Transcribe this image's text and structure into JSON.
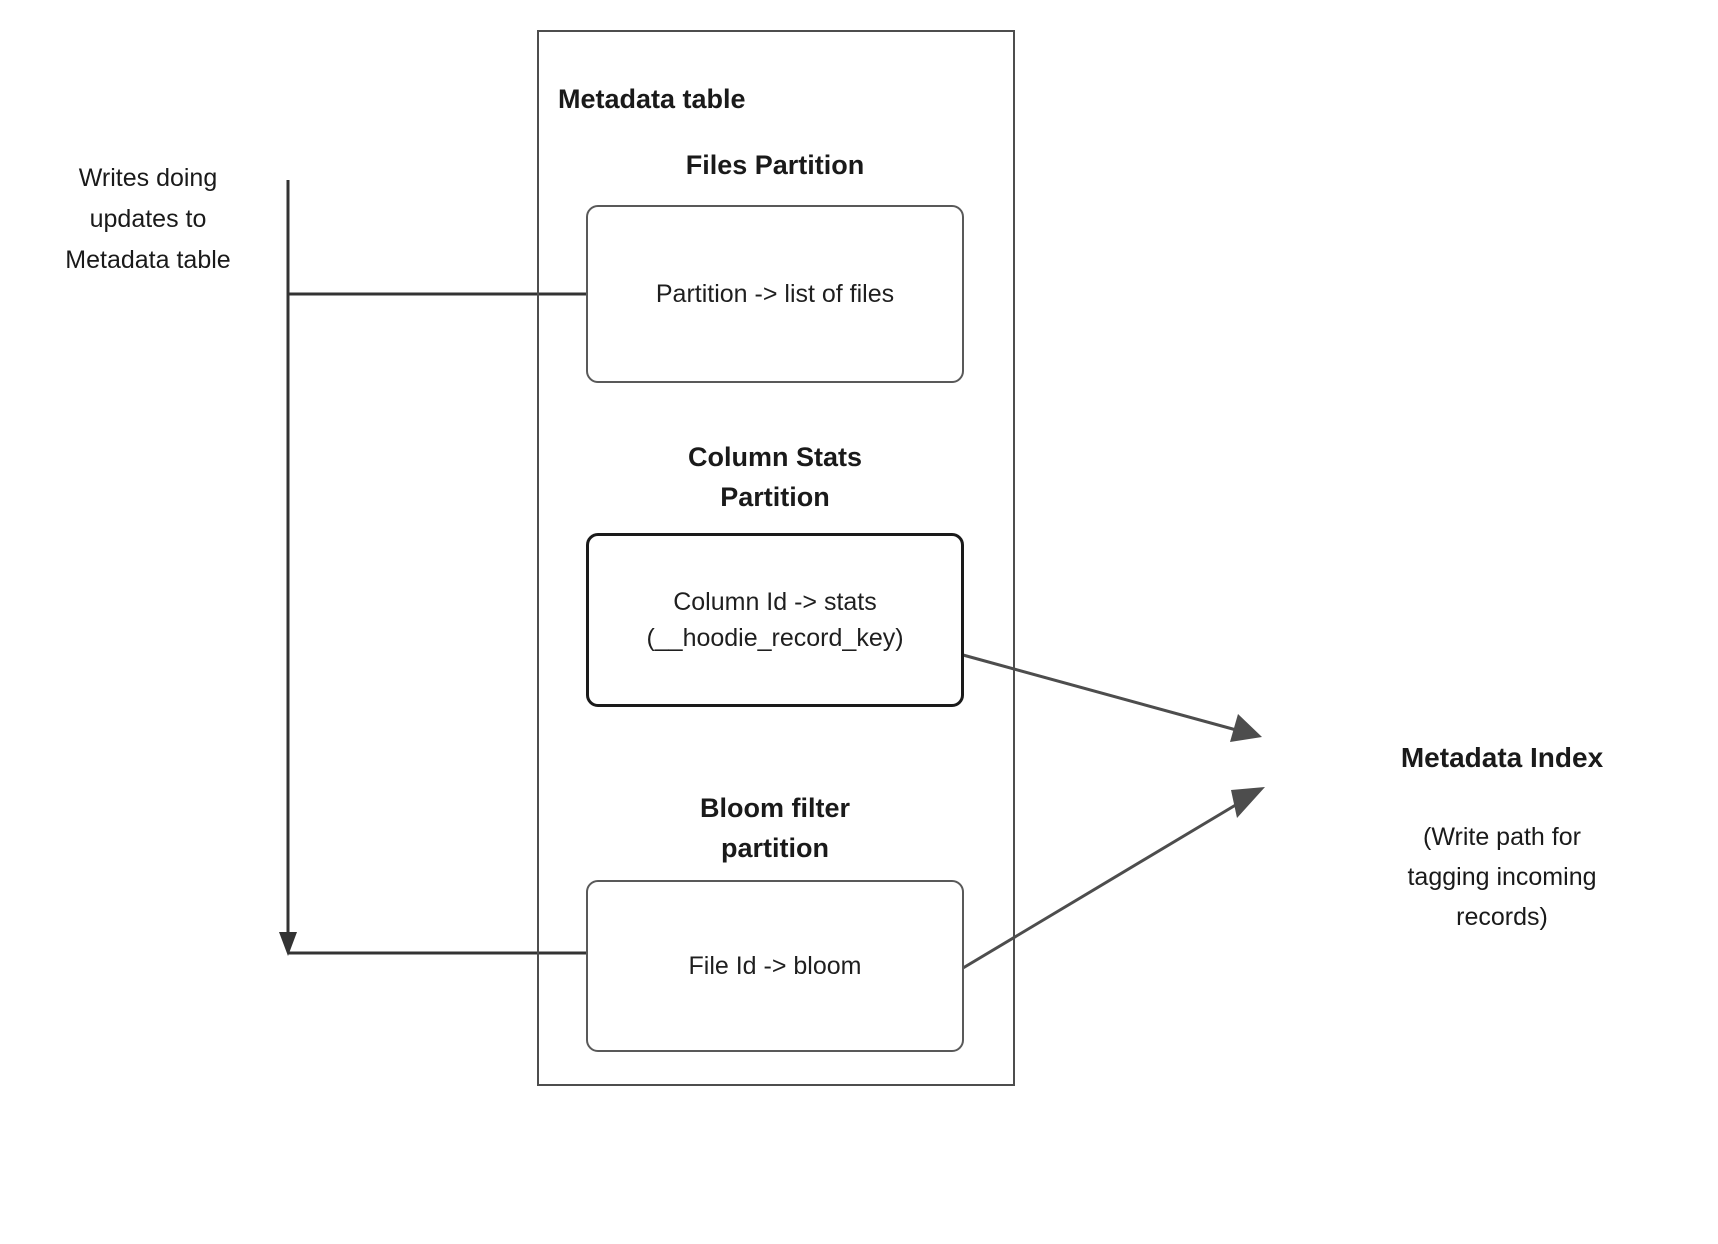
{
  "diagram": {
    "title": "Metadata table",
    "outer_container_label": "Metadata table",
    "left_note": "Writes doing\nupdates to\nMetadata table",
    "partitions": [
      {
        "heading": "Files Partition",
        "box_text": "Partition -> list of files",
        "emphasis": "normal"
      },
      {
        "heading": "Column Stats\nPartition",
        "box_text": "Column Id  -> stats\n(__hoodie_record_key)",
        "emphasis": "strong"
      },
      {
        "heading": "Bloom filter\npartition",
        "box_text": "File Id -> bloom",
        "emphasis": "normal"
      }
    ],
    "index": {
      "title": "Metadata Index",
      "note": "(Write path for\ntagging incoming\nrecords)"
    },
    "colors": {
      "stroke": "#4d4d4d",
      "stroke_light": "#595959",
      "stroke_heavy": "#1a1a1a",
      "arrow_fill": "#4d4d4d",
      "text": "#1a1a1a",
      "background": "#ffffff"
    }
  }
}
